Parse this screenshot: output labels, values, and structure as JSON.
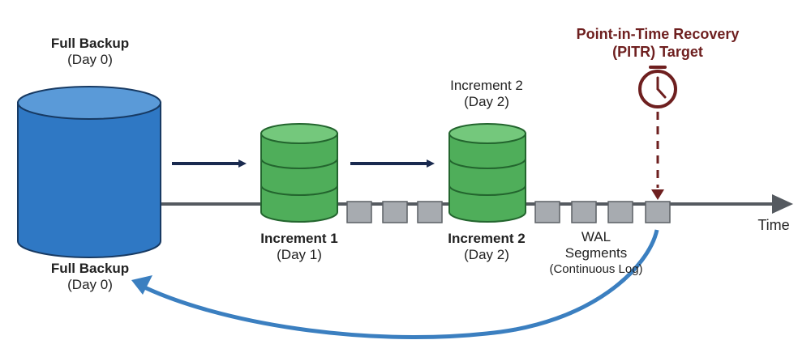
{
  "full_backup_top": {
    "title": "Full Backup",
    "subtitle": "(Day 0)"
  },
  "full_backup_bottom": {
    "title": "Full Backup",
    "subtitle": "(Day 0)"
  },
  "increment1": {
    "title": "Increment 1",
    "subtitle": "(Day 1)"
  },
  "increment2_top": {
    "title": "Increment 2",
    "subtitle": "(Day 2)"
  },
  "increment2_bottom": {
    "title": "Increment 2",
    "subtitle": "(Day 2)"
  },
  "wal": {
    "line1": "WAL",
    "line2": "Segments",
    "line3": "(Continuous Log)"
  },
  "pitr": {
    "line1": "Point-in-Time Recovery",
    "line2": "(PITR) Target"
  },
  "time_label": "Time",
  "icons": [
    "full-backup-cylinder-icon",
    "increment-cylinder-icon",
    "wal-segment-icon",
    "clock-icon"
  ],
  "colors": {
    "full_backup_fill": "#2f78c4",
    "full_backup_top": "#5a9ad8",
    "increment_fill": "#4fae5a",
    "increment_top": "#74c87c",
    "wal_segment": "#a7abb0",
    "timeline": "#555a60",
    "arrow": "#1a2a4f",
    "pitr": "#6e1f1f",
    "recovery_arc": "#3b7fc0"
  }
}
